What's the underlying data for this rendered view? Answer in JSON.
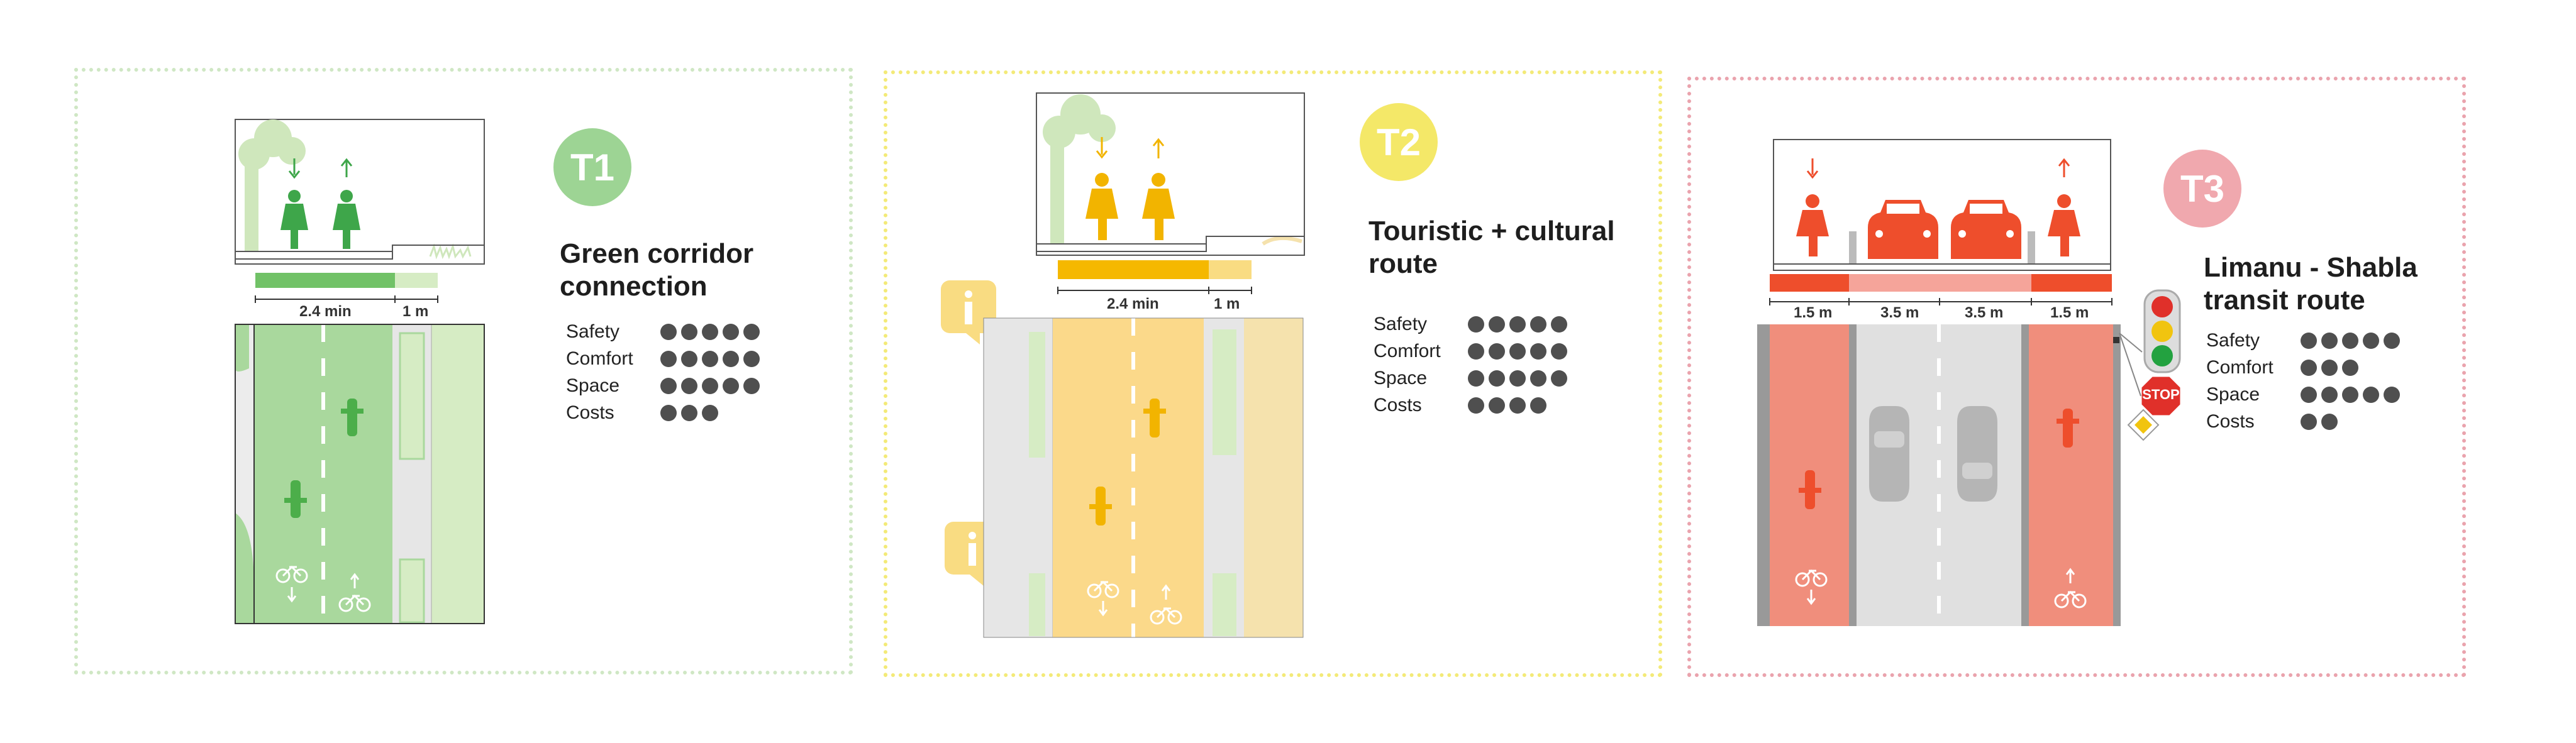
{
  "panels": [
    {
      "badge": "T1",
      "title_line1": "Green corridor",
      "title_line2": "connection",
      "dims": [
        "2.4 min",
        "1 m"
      ],
      "ratings": [
        {
          "label": "Safety",
          "score": 5
        },
        {
          "label": "Comfort",
          "score": 5
        },
        {
          "label": "Space",
          "score": 5
        },
        {
          "label": "Costs",
          "score": 3
        }
      ],
      "colors": {
        "main": "#8fcf8a",
        "dark": "#3ea64a",
        "light": "#d6ecc4"
      }
    },
    {
      "badge": "T2",
      "title_line1": "Touristic + cultural",
      "title_line2": "route",
      "dims": [
        "2.4 min",
        "1 m"
      ],
      "ratings": [
        {
          "label": "Safety",
          "score": 5
        },
        {
          "label": "Comfort",
          "score": 5
        },
        {
          "label": "Space",
          "score": 5
        },
        {
          "label": "Costs",
          "score": 4
        }
      ],
      "colors": {
        "main": "#fbd98a",
        "dark": "#f2b400",
        "light": "#f5e2ad"
      }
    },
    {
      "badge": "T3",
      "title_line1": "Limanu - Shabla",
      "title_line2": "transit route",
      "dims": [
        "1.5 m",
        "3.5 m",
        "3.5 m",
        "1.5 m"
      ],
      "stop_sign": "STOP",
      "ratings": [
        {
          "label": "Safety",
          "score": 5
        },
        {
          "label": "Comfort",
          "score": 3
        },
        {
          "label": "Space",
          "score": 5
        },
        {
          "label": "Costs",
          "score": 2
        }
      ],
      "colors": {
        "main": "#f08e7c",
        "dark": "#ee4e2c",
        "light": "#f5a49a"
      }
    }
  ]
}
